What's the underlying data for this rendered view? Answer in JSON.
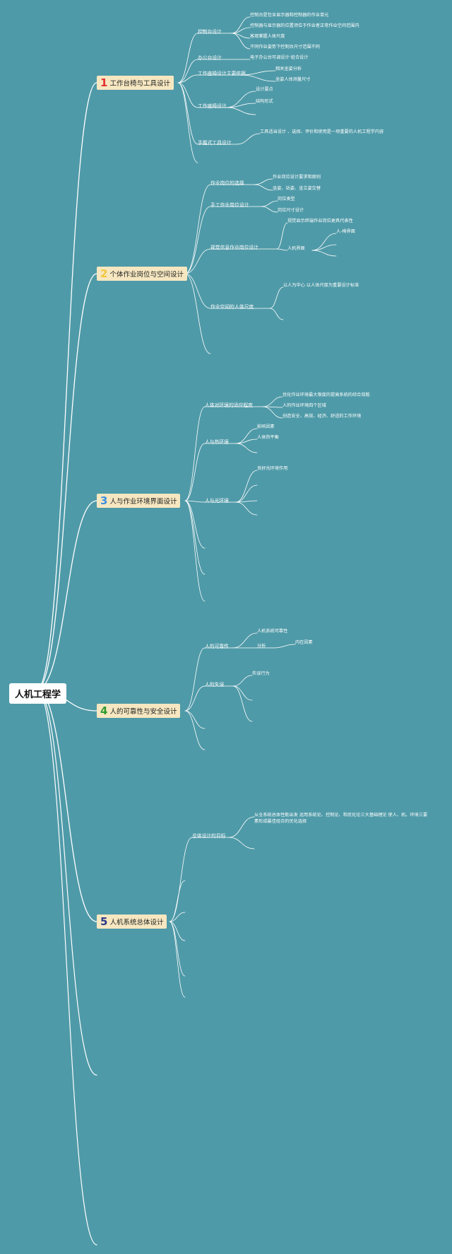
{
  "root": {
    "label": "人机工程学"
  },
  "colors": {
    "background": "#4f9aa8",
    "line": "#ffffff",
    "topic_fill": "#f6e7c1",
    "num1": "#e2312f",
    "num2": "#f3c73b",
    "num3": "#3a8fe0",
    "num4": "#2e9a2e",
    "num5": "#2b3a8a"
  },
  "topics": [
    {
      "num": "1",
      "label": "工作台椅与工具设计",
      "subs": [
        {
          "label": "控制台设计",
          "items": [
            "控制台是包含显示器和控制器的作业单元",
            "控制器与显示器的位置须位于作业者正常作业空间范围内",
            "客观掌握人体尺度",
            "不同作业姿势下控制台尺寸范围不同"
          ]
        },
        {
          "label": "办公台设计",
          "items": [
            "电子办公台可调设计·组合设计"
          ]
        },
        {
          "label": "工作座椅设计主要依据",
          "items": [
            "相关坐姿分析",
            "坐姿人体测量尺寸"
          ]
        },
        {
          "label": "工作座椅设计",
          "items": [
            "设计要点",
            "结构形式"
          ]
        },
        {
          "label": "手握式工具设计",
          "items": [
            "工具适当设计 、选择、评价和使用是一项重要的人机工程学内容"
          ]
        }
      ]
    },
    {
      "num": "2",
      "label": "个体作业岗位与空间设计",
      "subs": [
        {
          "label": "作业岗位的选择",
          "items": [
            "作业岗位设计要求和原则",
            "坐姿、站姿、坐立姿交替"
          ]
        },
        {
          "label": "手工作业岗位设计",
          "items": [
            "岗位类型",
            "岗位尺寸设计"
          ]
        },
        {
          "label": "视觉信息作业岗位设计",
          "items": [
            "视觉显示终端作业岗位更具代表性",
            "人机界面"
          ],
          "deep": [
            "人-椅界面"
          ]
        },
        {
          "label": "作业空间的人体尺度",
          "items": [
            "以人为中心 以人体尺度为重要设计标准"
          ]
        }
      ]
    },
    {
      "num": "3",
      "label": "人与作业环境界面设计",
      "subs": [
        {
          "label": "人体对环境的适应程度",
          "items": [
            "优化作业环境最大限度的提高系统的综合效能",
            "人的作业环境四个区域",
            "创造安全、高效、经济、舒适的工作环境"
          ]
        },
        {
          "label": "人与热环境",
          "items": [
            "影响因素",
            "人体热平衡"
          ]
        },
        {
          "label": "人与光环境",
          "items": [
            "良好光环境作用"
          ]
        }
      ]
    },
    {
      "num": "4",
      "label": "人的可靠性与安全设计",
      "subs": [
        {
          "label": "人的可靠性",
          "items": [
            "人机系统可靠性",
            "分析"
          ],
          "deep": [
            "内在因素"
          ]
        },
        {
          "label": "人的失误",
          "items": [
            "失误行为"
          ]
        }
      ]
    },
    {
      "num": "5",
      "label": "人机系统总体设计",
      "subs": [
        {
          "label": "总体设计的目标",
          "items": [
            "从全系统总体性能出发 运用系统论、控制论、和优化论三大基础理论 使人、机、环境三要素形成最佳组合的优化选择"
          ]
        }
      ]
    }
  ]
}
